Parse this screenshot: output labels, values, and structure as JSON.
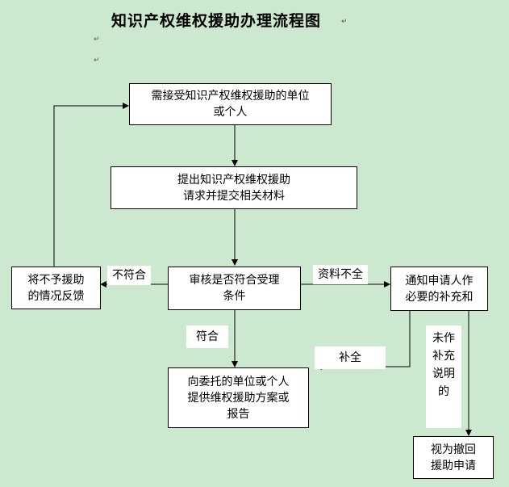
{
  "title": "知识产权维权援助办理流程图",
  "mark": "↵",
  "boxes": {
    "applicant": [
      "需接受知识产权维权援助的单位",
      "或个人"
    ],
    "submit": [
      "提出知识产权维权援助",
      "请求并提交相关材料"
    ],
    "review": [
      "审核是否符合受理",
      "条件"
    ],
    "reject": [
      "将不予援助",
      "的情况反馈"
    ],
    "notify": [
      "通知申请人作",
      "必要的补充和"
    ],
    "provide": [
      "向委托的单位或个人",
      "提供维权援助方案或",
      "报告"
    ],
    "withdraw": [
      "视为撤回",
      "援助申请"
    ]
  },
  "labels": {
    "not_match": "不符合",
    "incomplete": "资料不全",
    "match": "符合",
    "completed": "补全",
    "not_explained": [
      "未作",
      "补充",
      "说明",
      "的"
    ]
  }
}
